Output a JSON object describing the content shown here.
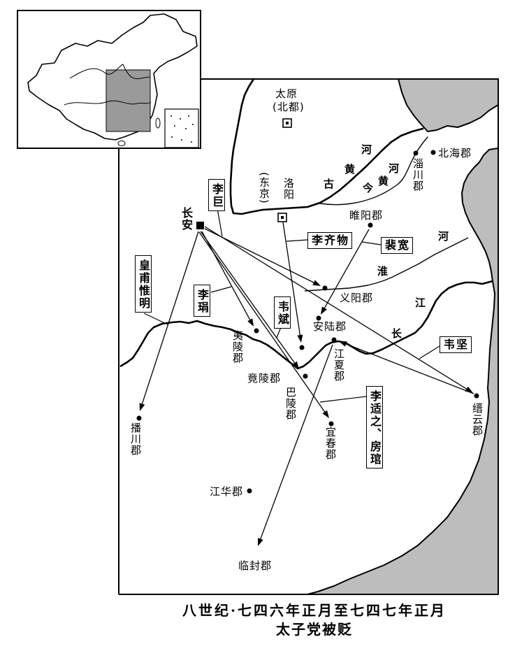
{
  "title": {
    "line1": "八世纪·七四六年正月至七四七年正月",
    "line2": "太子党被贬"
  },
  "capitals": {
    "taiyuan": {
      "name": "太原",
      "alias": "(北都)"
    },
    "luoyang": {
      "name": "洛阳",
      "alias": "(东京)"
    },
    "changan": {
      "name": "长安"
    }
  },
  "commanderies": {
    "beihai": "北海郡",
    "zichuan": "淄川郡",
    "suiyang": "睢阳郡",
    "yiyang": "义阳郡",
    "anlu": "安陆郡",
    "yiling": "夷陵郡",
    "jiangxia": "江夏郡",
    "jingling": "竟陵郡",
    "baling": "巴陵郡",
    "jinyun": "缙云郡",
    "yichun": "宜春郡",
    "bochuan": "播川郡",
    "jianghua": "江华郡",
    "linfeng": "临封郡"
  },
  "officials": {
    "li_ju": "李巨",
    "li_qiwu": "李齐物",
    "pei_kuan": "裴宽",
    "huangfu_weiming": "皇甫惟明",
    "li_xuan": "李琄",
    "wei_bin": "韦斌",
    "wei_jian": "韦坚",
    "li_shizhi_fang_guan": "李适之、房琯"
  },
  "rivers": {
    "ancient_yellow_river": [
      "古",
      "黄",
      "河"
    ],
    "present_yellow_river": [
      "今",
      "黄",
      "河"
    ],
    "huai_river": [
      "淮",
      "河"
    ],
    "yangtze_river": [
      "长",
      "江"
    ]
  },
  "colors": {
    "ink": "#000000",
    "paper": "#ffffff",
    "sea": "#bdbdbd",
    "inset_highlight": "#9a9a9a"
  }
}
